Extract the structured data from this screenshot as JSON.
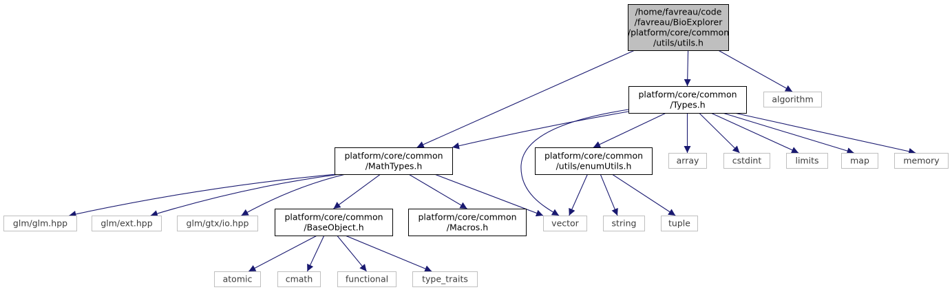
{
  "colors": {
    "edge": "#191970",
    "root_fill": "#bfbfbf",
    "box_border": "#000000",
    "system_border": "#bfbfbf",
    "system_text": "#3c3c3c"
  },
  "nodes": {
    "utils_h": {
      "lines": [
        "/home/favreau/code",
        "/favreau/BioExplorer",
        "/platform/core/common",
        "/utils/utils.h"
      ],
      "kind": "root"
    },
    "types_h": {
      "lines": [
        "platform/core/common",
        "/Types.h"
      ],
      "kind": "header"
    },
    "algorithm": {
      "lines": [
        "algorithm"
      ],
      "kind": "system"
    },
    "mathtypes_h": {
      "lines": [
        "platform/core/common",
        "/MathTypes.h"
      ],
      "kind": "header"
    },
    "vector": {
      "lines": [
        "vector"
      ],
      "kind": "system"
    },
    "enumutils_h": {
      "lines": [
        "platform/core/common",
        "/utils/enumUtils.h"
      ],
      "kind": "header"
    },
    "array": {
      "lines": [
        "array"
      ],
      "kind": "system"
    },
    "cstdint": {
      "lines": [
        "cstdint"
      ],
      "kind": "system"
    },
    "limits": {
      "lines": [
        "limits"
      ],
      "kind": "system"
    },
    "map": {
      "lines": [
        "map"
      ],
      "kind": "system"
    },
    "memory": {
      "lines": [
        "memory"
      ],
      "kind": "system"
    },
    "glm_hpp": {
      "lines": [
        "glm/glm.hpp"
      ],
      "kind": "system"
    },
    "ext_hpp": {
      "lines": [
        "glm/ext.hpp"
      ],
      "kind": "system"
    },
    "io_hpp": {
      "lines": [
        "glm/gtx/io.hpp"
      ],
      "kind": "system"
    },
    "baseobject_h": {
      "lines": [
        "platform/core/common",
        "/BaseObject.h"
      ],
      "kind": "header"
    },
    "macros_h": {
      "lines": [
        "platform/core/common",
        "/Macros.h"
      ],
      "kind": "header"
    },
    "string": {
      "lines": [
        "string"
      ],
      "kind": "system"
    },
    "tuple": {
      "lines": [
        "tuple"
      ],
      "kind": "system"
    },
    "atomic": {
      "lines": [
        "atomic"
      ],
      "kind": "system"
    },
    "cmath": {
      "lines": [
        "cmath"
      ],
      "kind": "system"
    },
    "functional": {
      "lines": [
        "functional"
      ],
      "kind": "system"
    },
    "type_traits": {
      "lines": [
        "type_traits"
      ],
      "kind": "system"
    }
  },
  "edges": [
    [
      "utils_h",
      "types_h"
    ],
    [
      "utils_h",
      "algorithm"
    ],
    [
      "utils_h",
      "mathtypes_h"
    ],
    [
      "types_h",
      "mathtypes_h"
    ],
    [
      "types_h",
      "vector"
    ],
    [
      "types_h",
      "enumutils_h"
    ],
    [
      "types_h",
      "array"
    ],
    [
      "types_h",
      "cstdint"
    ],
    [
      "types_h",
      "limits"
    ],
    [
      "types_h",
      "map"
    ],
    [
      "types_h",
      "memory"
    ],
    [
      "mathtypes_h",
      "glm_hpp"
    ],
    [
      "mathtypes_h",
      "ext_hpp"
    ],
    [
      "mathtypes_h",
      "io_hpp"
    ],
    [
      "mathtypes_h",
      "baseobject_h"
    ],
    [
      "mathtypes_h",
      "macros_h"
    ],
    [
      "mathtypes_h",
      "vector"
    ],
    [
      "enumutils_h",
      "vector"
    ],
    [
      "enumutils_h",
      "string"
    ],
    [
      "enumutils_h",
      "tuple"
    ],
    [
      "baseobject_h",
      "atomic"
    ],
    [
      "baseobject_h",
      "cmath"
    ],
    [
      "baseobject_h",
      "functional"
    ],
    [
      "baseobject_h",
      "type_traits"
    ]
  ]
}
